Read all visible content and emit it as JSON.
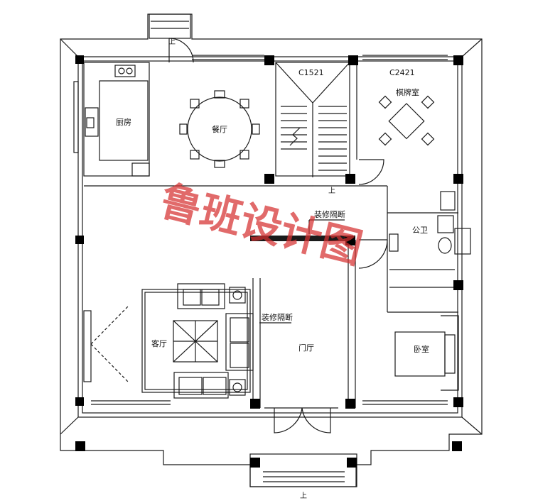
{
  "rooms": {
    "kitchen": "厨房",
    "dining": "餐厅",
    "chess_room": "棋牌室",
    "bathroom": "公卫",
    "living": "客厅",
    "foyer": "门厅",
    "bedroom": "卧室"
  },
  "partition_label_top": "装修隔断",
  "partition_label_side": "装修隔断",
  "window_codes": [
    "C1521",
    "C2421"
  ],
  "up_labels": [
    "上",
    "上",
    "上"
  ],
  "watermark": "鲁班设计图",
  "colors": {
    "line": "#1a1a1a",
    "watermark": "#d63031"
  }
}
